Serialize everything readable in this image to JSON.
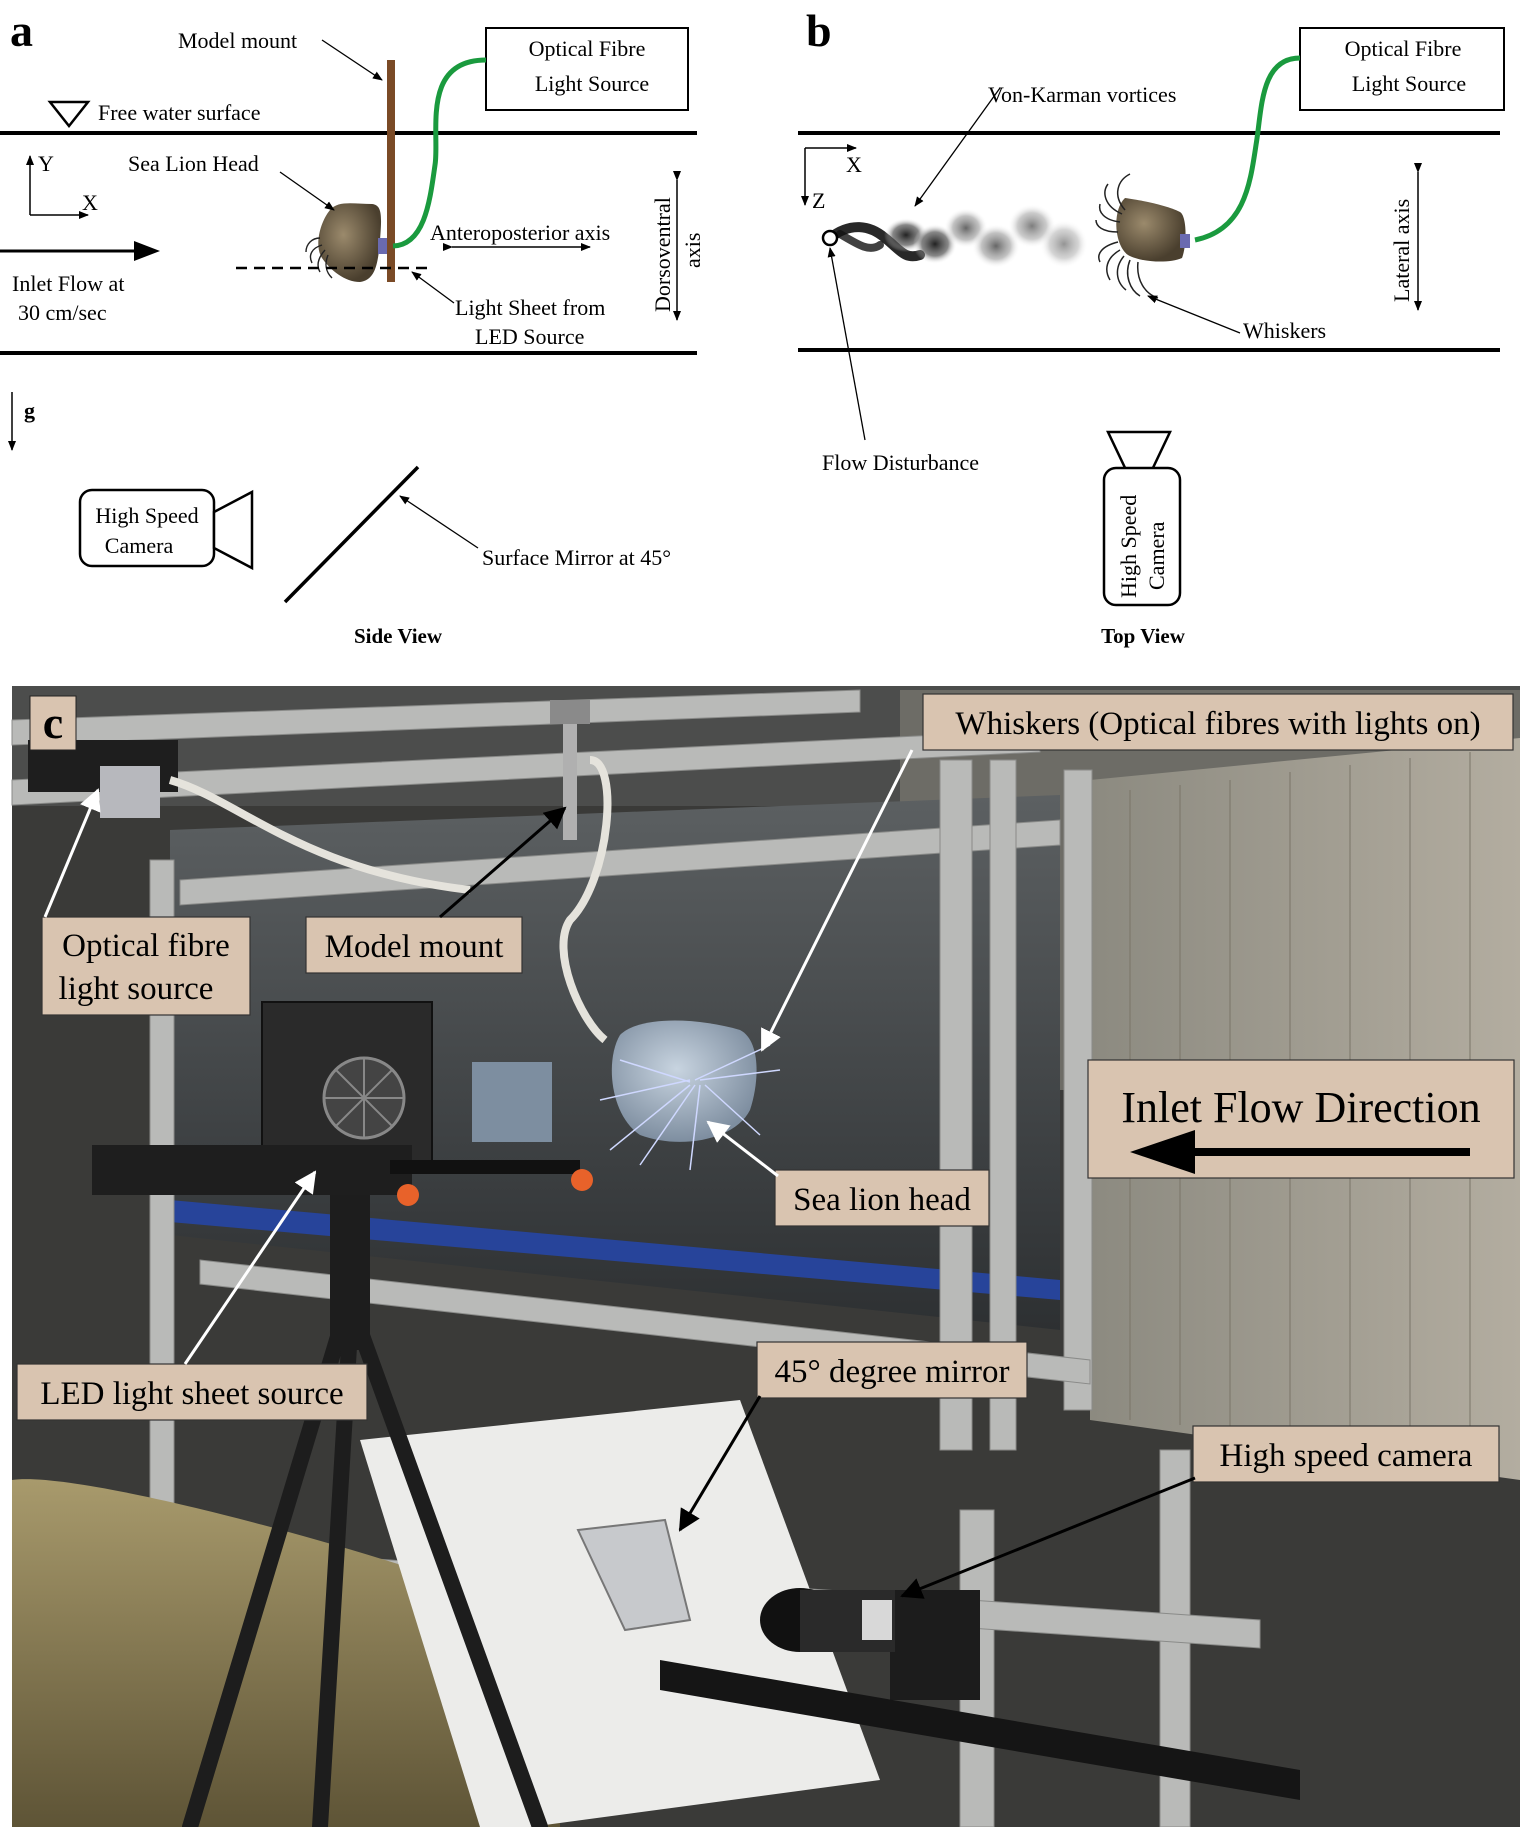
{
  "panel_a": {
    "letter": "a",
    "model_mount": "Model mount",
    "light_source_line1": "Optical Fibre",
    "light_source_line2": "Light Source",
    "free_surface": "Free water surface",
    "axis_y": "Y",
    "axis_x": "X",
    "head": "Sea Lion Head",
    "anteroposterior": "Anteroposterior axis",
    "dorsoventral_line1": "Dorsoventral",
    "dorsoventral_line2": "axis",
    "inlet_line1": "Inlet Flow at",
    "inlet_line2": "30 cm/sec",
    "light_sheet_line1": "Light Sheet from",
    "light_sheet_line2": "LED Source",
    "gravity": "g",
    "camera_line1": "High Speed",
    "camera_line2": "Camera",
    "mirror": "Surface Mirror at 45°",
    "caption": "Side View"
  },
  "panel_b": {
    "letter": "b",
    "light_source_line1": "Optical Fibre",
    "light_source_line2": "Light Source",
    "vortices": "Von-Karman vortices",
    "axis_x": "X",
    "axis_z": "Z",
    "lateral": "Lateral axis",
    "whiskers": "Whiskers",
    "disturbance": "Flow Disturbance",
    "camera_line1": "High Speed",
    "camera_line2": "Camera",
    "caption": "Top View"
  },
  "panel_c": {
    "letter": "c",
    "whiskers": "Whiskers (Optical fibres with lights on)",
    "light_source_line1": "Optical fibre",
    "light_source_line2": "light source",
    "model_mount": "Model mount",
    "inlet_flow": "Inlet Flow Direction",
    "sea_lion_head": "Sea lion head",
    "led": "LED light sheet source",
    "mirror": "45° degree mirror",
    "camera": "High speed camera"
  },
  "colors": {
    "fibre": "#1a9a3e",
    "mount": "#7a4a26",
    "label_bg": "#d9c4b0",
    "photo_dark": "#3a3a38"
  }
}
